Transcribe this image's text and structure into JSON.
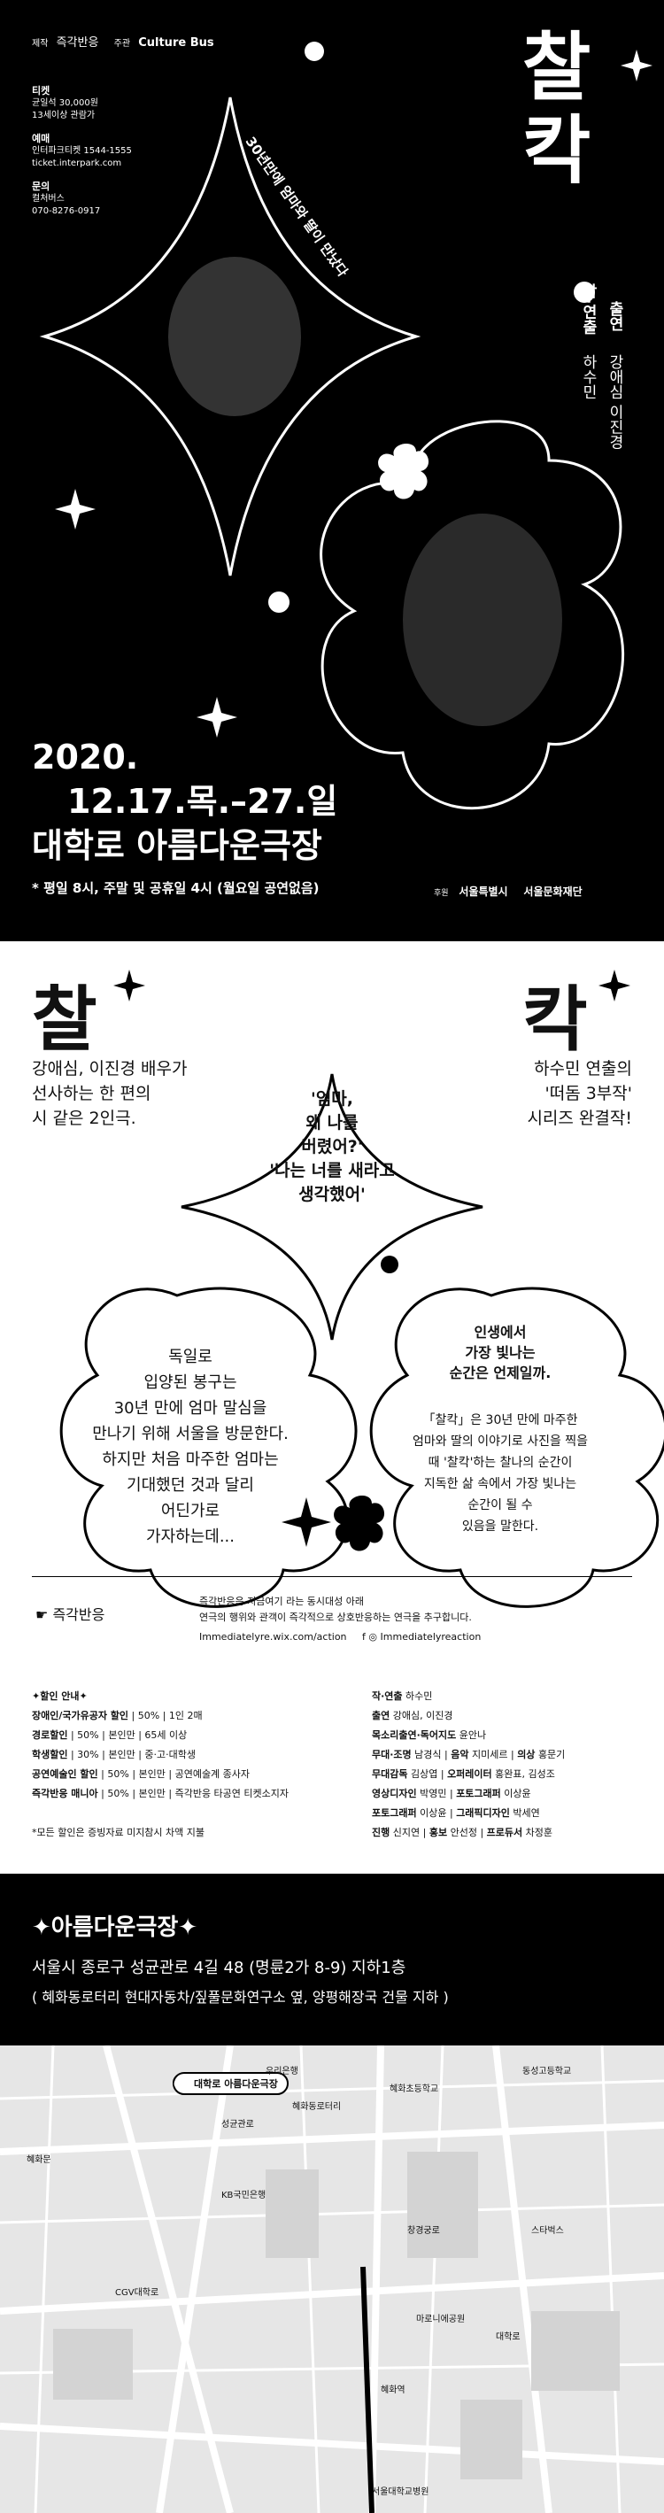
{
  "poster": {
    "top_left": {
      "producer_label": "제작",
      "producer": "즉각반응",
      "host_label": "주관",
      "host": "Culture Bus",
      "ticket_title": "티켓",
      "ticket_lines": [
        "균일석 30,000원",
        "13세이상 관람가"
      ],
      "booking_title": "예매",
      "booking_lines": [
        "인터파크티켓 1544-1555",
        "ticket.interpark.com"
      ],
      "inquiry_title": "문의",
      "inquiry_lines": [
        "컬처버스",
        "070-8276-0917"
      ]
    },
    "title_chars": [
      "찰",
      "칵"
    ],
    "tagline": "30년만에 엄마와 딸이 만났다",
    "cast_label": "출연",
    "cast": "강애심 이진경",
    "director_label": "작·연출",
    "director": "하수민",
    "year": "2020.",
    "dates": "12.17.목.–27.일",
    "venue": "대학로 아름다운극장",
    "schedule": "* 평일 8시, 주말 및 공휴일 4시 (월요일 공연없음)",
    "sponsor_label": "후원",
    "sponsors": [
      "서울특별시",
      "서울문화재단"
    ]
  },
  "intro": {
    "title_left": "찰",
    "title_right": "칵",
    "left_text": [
      "강애심, 이진경 배우가",
      "선사하는 한 편의",
      "시 같은 2인극."
    ],
    "right_text": [
      "하수민 연출의",
      "'떠돔 3부작'",
      "시리즈 완결작!"
    ],
    "quote": [
      "'엄마,",
      "왜 나를",
      "버렸어?'",
      "'나는 너를 새라고",
      "생각했어'"
    ],
    "story_left": [
      "독일로",
      "입양된 봉구는",
      "30년 만에 엄마 말심을",
      "만나기 위해 서울을 방문한다.",
      "하지만 처음 마주한 엄마는",
      "기대했던 것과 달리",
      "어딘가로",
      "가자하는데..."
    ],
    "story_right_title": [
      "인생에서",
      "가장 빛나는",
      "순간은 언제일까."
    ],
    "story_right": [
      "「찰칵」은 30년 만에 마주한",
      "엄마와 딸의 이야기로 사진을 찍을",
      "때 '찰칵'하는 찰나의 순간이",
      "지독한 삶 속에서 가장 빛나는",
      "순간이 될 수",
      "있음을 말한다."
    ]
  },
  "company": {
    "logo_text": "즉각반응",
    "desc": [
      "즉각반응은 지금여기 라는 동시대성 아래",
      "연극의 행위와 관객이 즉각적으로 상호반응하는 연극을 추구합니다."
    ],
    "website": "Immediatelyre.wix.com/action",
    "sns": "Immediatelyreaction"
  },
  "discounts": {
    "title": "✦할인 안내✦",
    "items": [
      {
        "name": "장애인/국가유공자 할인",
        "detail": " | 50% | 1인 2매"
      },
      {
        "name": "경로할인",
        "detail": " | 50% | 본인만 | 65세 이상"
      },
      {
        "name": "학생할인",
        "detail": " | 30% | 본인만 | 중·고·대학생"
      },
      {
        "name": "공연예술인 할인",
        "detail": " | 50% | 본인만 | 공연예술계 종사자"
      },
      {
        "name": "즉각반응 매니아",
        "detail": " | 50% | 본인만 | 즉각반응 타공연 티켓소지자"
      }
    ],
    "note": "*모든 할인은 증빙자료 미지참시 차액 지불"
  },
  "credits": [
    {
      "role": "작·연출",
      "name": "하수민"
    },
    {
      "role": "출연",
      "name": "강애심, 이진경"
    },
    {
      "role": "목소리출연·독어지도",
      "name": "윤안나"
    },
    {
      "role": "무대·조명",
      "name": "남경식",
      "role2": "음악",
      "name2": "지미세르",
      "role3": "의상",
      "name3": "홍문기"
    },
    {
      "role": "무대감독",
      "name": "김상엽",
      "role2": "오퍼레이터",
      "name2": "홍완표, 김성조"
    },
    {
      "role": "영상디자인",
      "name": "박영민",
      "role2": "포토그래퍼",
      "name2": "이상윤"
    },
    {
      "role": "포토그래퍼",
      "name": "이상윤",
      "role2": "그래픽디자인",
      "name2": "박세연"
    },
    {
      "role": "진행",
      "name": "신지연",
      "role2": "홍보",
      "name2": "안선정",
      "role3": "프로듀서",
      "name3": "차정훈"
    }
  ],
  "location": {
    "title": "✦아름다운극장✦",
    "address": "서울시 종로구 성균관로 4길 48 (명륜2가 8-9) 지하1층",
    "directions": "( 혜화동로터리 현대자동차/짚풀문화연구소 옆, 양평해장국 건물 지하 )",
    "map_pin_label": "대학로 아름다운극장",
    "map_labels": [
      "혜화동로터리",
      "우리은행",
      "혜화초등학교",
      "동성고등학교",
      "혜화역",
      "대학로",
      "마로니에공원",
      "서울대학교병원",
      "창경궁로",
      "스타벅스",
      "CGV대학로",
      "성균관로",
      "혜화문",
      "KB국민은행"
    ]
  },
  "colors": {
    "primary": "#000000",
    "background": "#ffffff",
    "map": "#e6e6e6"
  }
}
